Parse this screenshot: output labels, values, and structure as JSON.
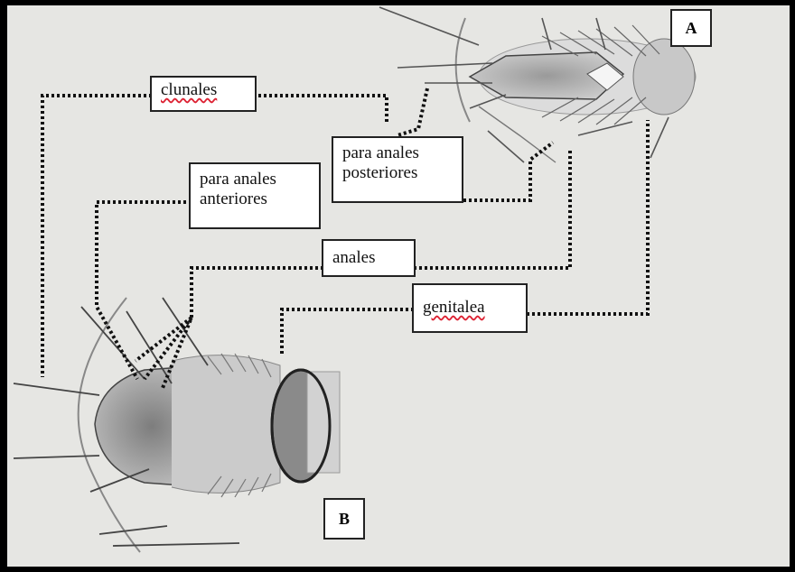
{
  "labels": {
    "clunales": "clunales",
    "para_anales_posteriores": [
      "para anales",
      "posteriores"
    ],
    "para_anales_anteriores": [
      "para anales",
      "anteriores"
    ],
    "anales": "anales",
    "genitalea": "genitalea"
  },
  "specimen_tags": {
    "a": "A",
    "b": "B"
  },
  "colors": {
    "paper": "#e6e6e3",
    "leader_line": "#111111",
    "specimen_ink": "#555555"
  }
}
